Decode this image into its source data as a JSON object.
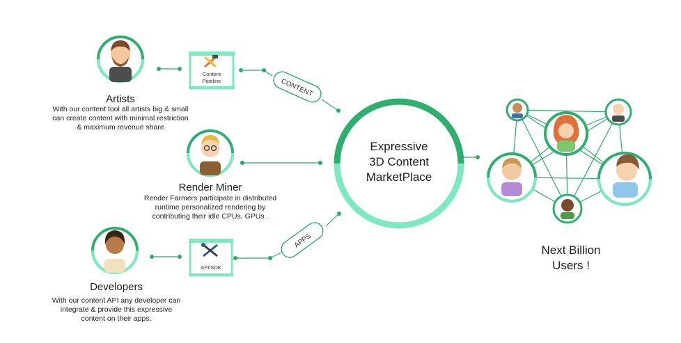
{
  "hub": {
    "lines": [
      "Expressive",
      "3D Content",
      "MarketPlace"
    ]
  },
  "artists": {
    "title": "Artists",
    "desc": [
      "With our content tool all artists big & small",
      "can create content with minimal restriction",
      "& maximum revenue share"
    ]
  },
  "render_miner": {
    "title": "Render Miner",
    "desc": [
      "Render Farmers participate in distributed",
      "runtime personalized rendering by",
      "contributing their idle CPUs, GPUs ."
    ]
  },
  "developers": {
    "title": "Developers",
    "desc": [
      "With our content API any developer can",
      "integrate & provide this expressive",
      "content on their apps."
    ]
  },
  "pipeline_box": {
    "lines": [
      "Content",
      "Pipeline"
    ],
    "icon": "tools-icon"
  },
  "api_box": {
    "label": "API/SDK",
    "icon": "wrench-screwdriver-icon"
  },
  "tags": {
    "content": "CONTENT",
    "apps": "APPS"
  },
  "users": {
    "lines": [
      "Next Billion",
      "Users !"
    ]
  },
  "colors": {
    "green_dark": "#2eaf6f",
    "green_light": "#7ee8c0",
    "line": "#2eaa6b"
  }
}
